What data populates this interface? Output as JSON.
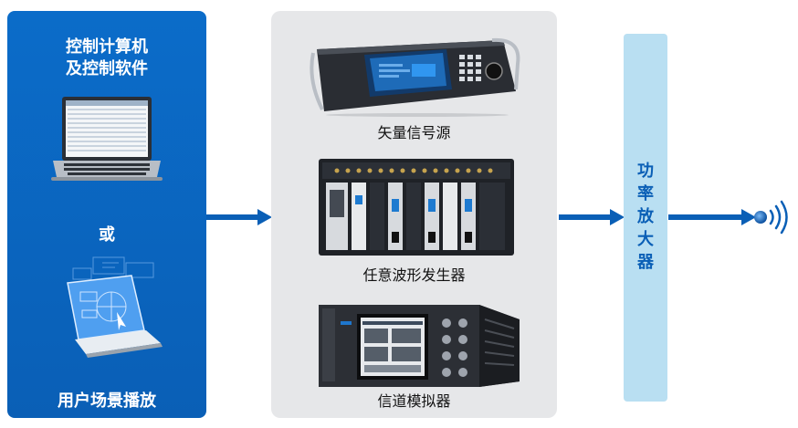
{
  "left_panel": {
    "title_line1": "控制计算机",
    "title_line2": "及控制软件",
    "or_label": "或",
    "bottom_label": "用户场景播放"
  },
  "devices": [
    {
      "label": "矢量信号源",
      "icon": "vector-signal-source-icon"
    },
    {
      "label": "任意波形发生器",
      "icon": "arbitrary-waveform-generator-icon"
    },
    {
      "label": "信道模拟器",
      "icon": "channel-emulator-icon"
    }
  ],
  "amplifier": {
    "label_chars": [
      "功",
      "率",
      "放",
      "大",
      "器"
    ]
  },
  "colors": {
    "brand_blue": "#0a5fb6",
    "amp_bg": "#b9dff2",
    "mid_bg": "#e6e7e9"
  }
}
